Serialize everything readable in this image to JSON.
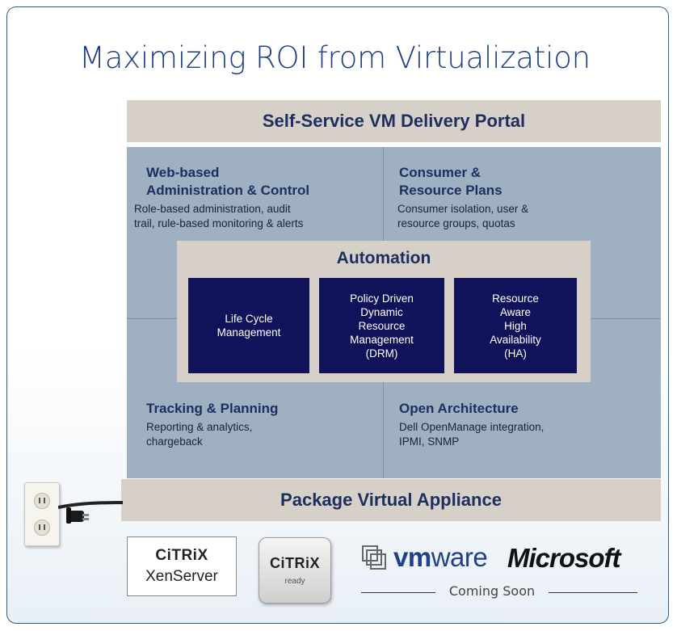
{
  "title": "Maximizing ROI from Virtualization",
  "portal_bar": "Self-Service VM Delivery Portal",
  "quadrants": {
    "top_left": {
      "heading_line1": "Web-based",
      "heading_line2": "Administration & Control",
      "text_line1": "Role-based administration, audit",
      "text_line2": "trail, rule-based monitoring & alerts"
    },
    "top_right": {
      "heading_line1": "Consumer &",
      "heading_line2": "Resource Plans",
      "text_line1": "Consumer isolation, user &",
      "text_line2": "resource groups, quotas"
    },
    "bottom_left": {
      "heading": "Tracking & Planning",
      "text_line1": "Reporting & analytics,",
      "text_line2": "chargeback"
    },
    "bottom_right": {
      "heading": "Open Architecture",
      "text_line1": "Dell OpenManage integration,",
      "text_line2": "IPMI, SNMP"
    }
  },
  "automation": {
    "title": "Automation",
    "boxes": [
      "Life Cycle\nManagement",
      "Policy Driven\nDynamic\nResource\nManagement\n(DRM)",
      "Resource\nAware\nHigh\nAvailability\n(HA)"
    ]
  },
  "package_bar": "Package Virtual Appliance",
  "logos": {
    "citrix_xenserver": {
      "brand": "CiTRiX",
      "product": "XenServer"
    },
    "citrix_ready": {
      "brand": "CiTRiX",
      "tag": "ready"
    },
    "vmware": {
      "prefix": "vm",
      "suffix": "ware"
    },
    "microsoft": "Microsoft"
  },
  "coming_soon": "Coming Soon",
  "colors": {
    "title_blue": "#1d3f86",
    "bar_beige": "#d6d0c8",
    "panel_blue_gray": "#9eb0c2",
    "box_navy": "#10135a",
    "border_blue": "#2c5f86"
  },
  "icons": [
    "electrical-outlet-icon",
    "power-plug-icon"
  ]
}
